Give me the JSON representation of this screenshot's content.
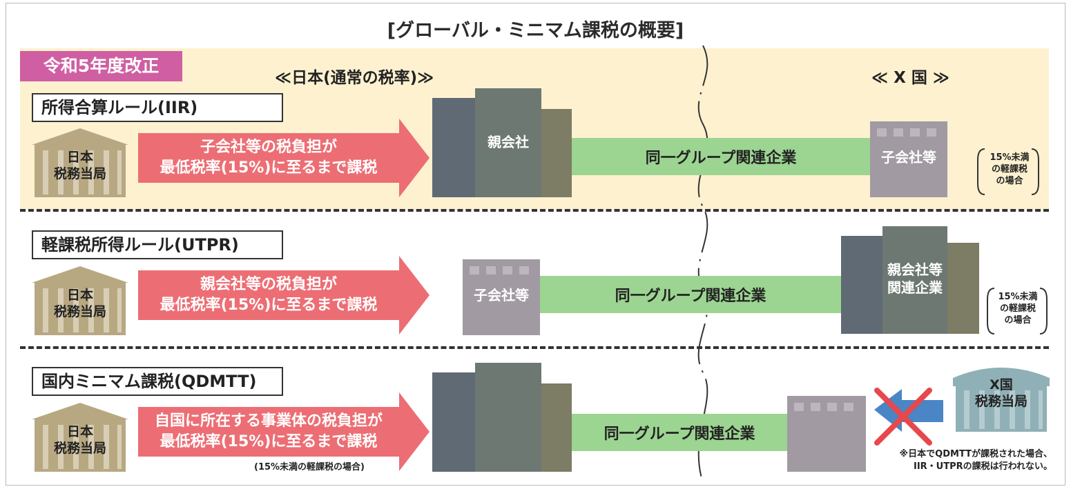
{
  "title": "[グローバル・ミニマム課税の概要]",
  "revision_tag": "令和5年度改正",
  "japan_header": "≪日本(通常の税率)≫",
  "x_header": "≪ X 国 ≫",
  "rules": [
    {
      "name": "所得合算ルール(IIR)",
      "authority": "日本\n税務当局",
      "arrow_text": "子会社等の税負担が\n最低税率(15%)に至るまで課税",
      "left_building": "親会社",
      "link": "同一グループ関連企業",
      "right_building": "子会社等",
      "note": "15%未満\nの軽課税\nの場合"
    },
    {
      "name": "軽課税所得ルール(UTPR)",
      "authority": "日本\n税務当局",
      "arrow_text": "親会社等の税負担が\n最低税率(15%)に至るまで課税",
      "left_building": "子会社等",
      "link": "同一グループ関連企業",
      "right_building": "親会社等\n関連企業",
      "note": "15%未満\nの軽課税\nの場合"
    },
    {
      "name": "国内ミニマム課税(QDMTT)",
      "authority": "日本\n税務当局",
      "arrow_text": "自国に所在する事業体の税負担が\n最低税率(15%)に至るまで課税",
      "arrow_note": "(15%未満の軽課税の場合)",
      "link": "同一グループ関連企業",
      "x_authority": "X国\n税務当局",
      "footnote": "※日本でQDMTTが課税された場合、\nIIR・UTPRの課税は行われない。"
    }
  ],
  "colors": {
    "tag": "#cf5fa2",
    "arrow": "#ec6e74",
    "link": "#9cd491",
    "band": "#fdf1d0",
    "authority": "#b8a882",
    "parent_building": "#5f6a74",
    "sub_building": "#a19aa2",
    "blue_arrow": "#4a86c5",
    "cross": "#e8474b"
  },
  "icons": [
    "government-building-icon",
    "office-building-icon",
    "cross-mark-icon",
    "blue-arrow-icon"
  ]
}
